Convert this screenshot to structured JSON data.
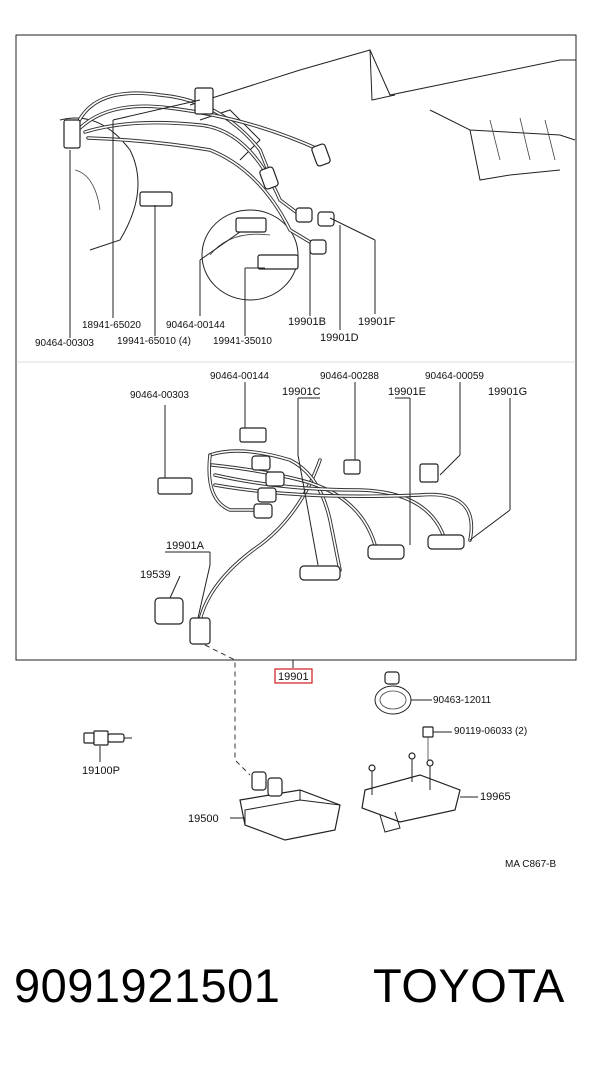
{
  "labels": {
    "p18941_65020": "18941-65020",
    "p90464_00144_top": "90464-00144",
    "p19901B": "19901B",
    "p19901F": "19901F",
    "p90464_00303_top": "90464-00303",
    "p19941_65010": "19941-65010 (4)",
    "p19941_35010": "19941-35010",
    "p19901D": "19901D",
    "p90464_00144_mid": "90464-00144",
    "p90464_00288": "90464-00288",
    "p90464_00059": "90464-00059",
    "p90464_00303_mid": "90464-00303",
    "p19901C": "19901C",
    "p19901E": "19901E",
    "p19901G": "19901G",
    "p19901A": "19901A",
    "p19539": "19539",
    "p19901": "19901",
    "p90463_12011": "90463-12011",
    "p90119_06033": "90119-06033 (2)",
    "p19100P": "19100P",
    "p19965": "19965",
    "p19500": "19500",
    "ref_code": "MA C867-B"
  },
  "footer": {
    "part_number": "9091921501",
    "brand": "TOYOTA"
  },
  "colors": {
    "highlight": "#d11a1a",
    "line": "#222222"
  }
}
